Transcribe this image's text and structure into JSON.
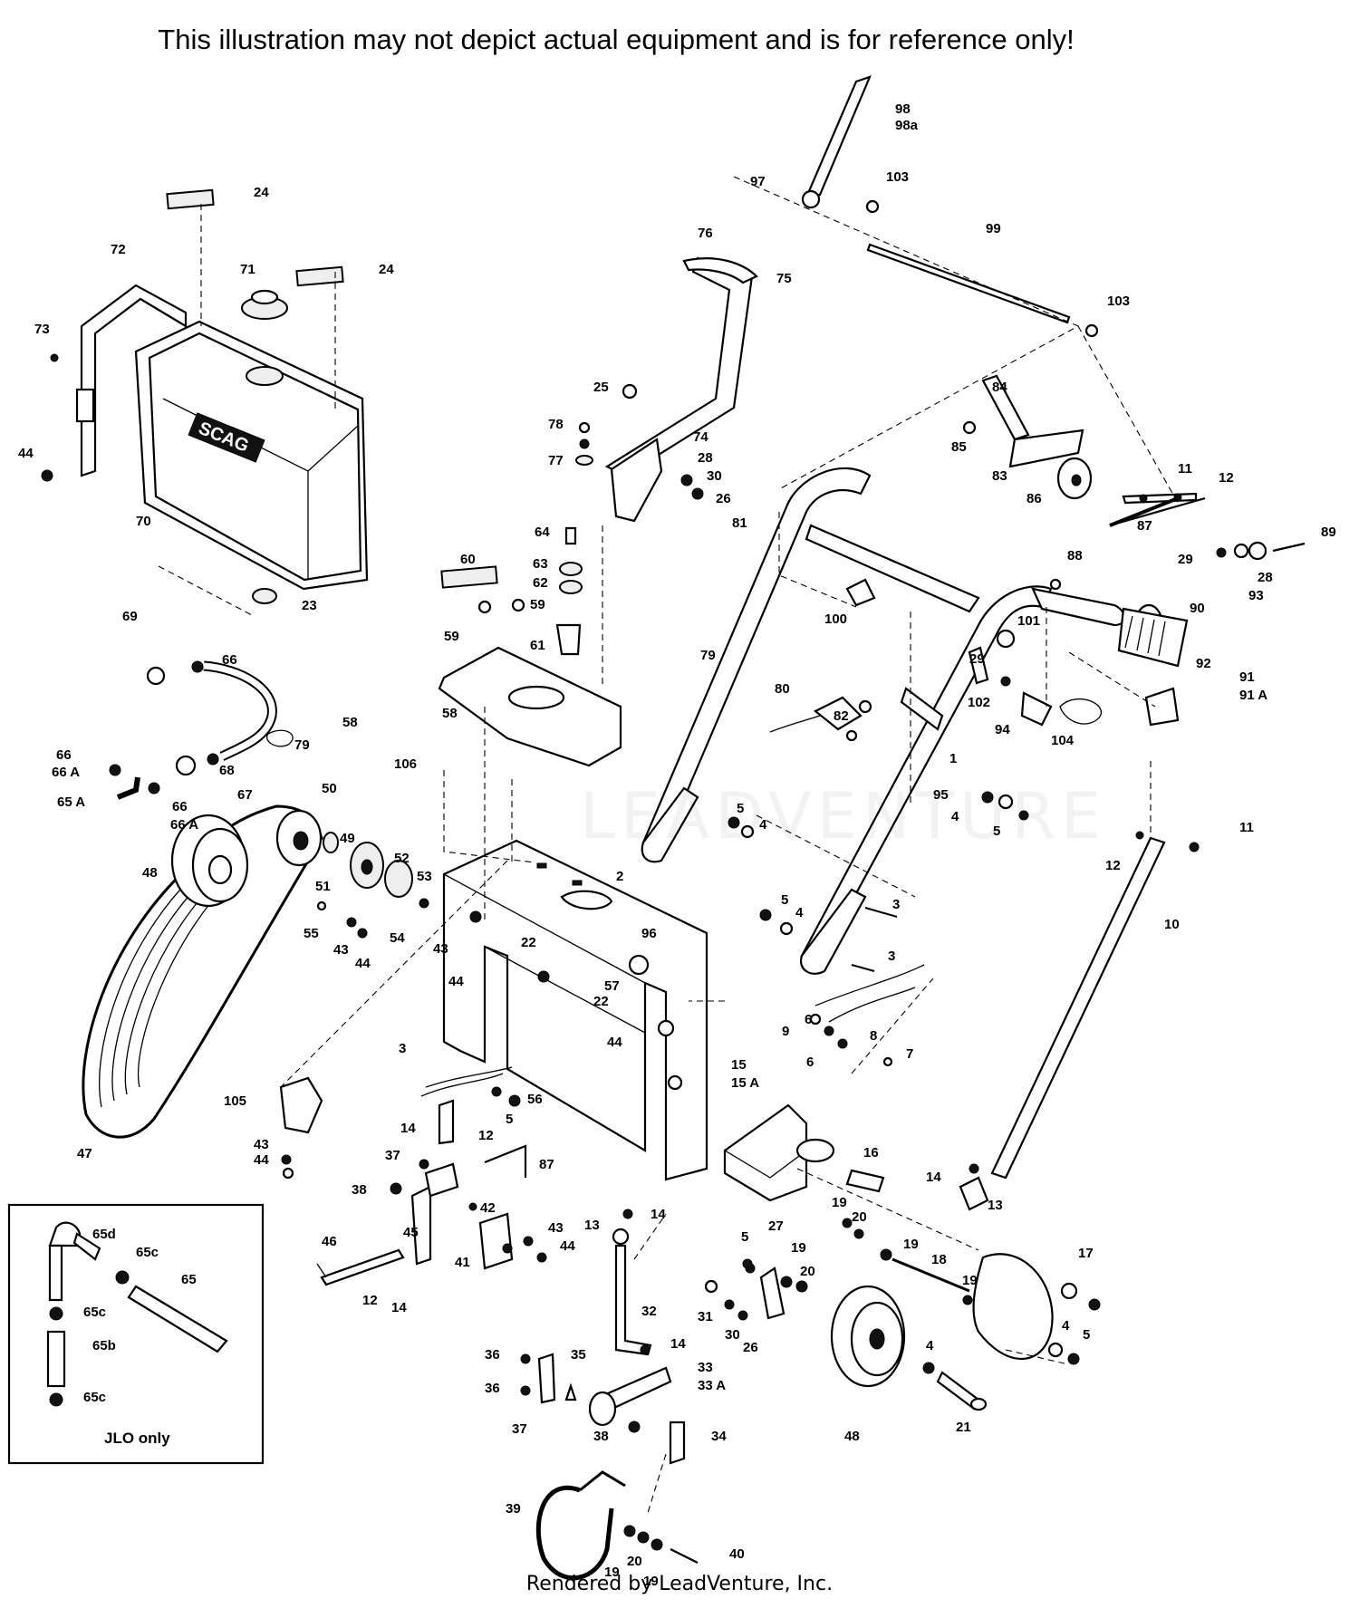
{
  "notice": "This illustration may not depict actual equipment and is for reference only!",
  "footer": "Rendered by LeadVenture, Inc.",
  "watermark": "LEADVENTURE",
  "tank_logo": "SCAG",
  "inset_caption": "JLO only",
  "callouts": [
    "1",
    "2",
    "3",
    "4",
    "5",
    "6",
    "7",
    "8",
    "9",
    "10",
    "11",
    "12",
    "13",
    "14",
    "15",
    "15 A",
    "16",
    "17",
    "18",
    "19",
    "20",
    "21",
    "22",
    "23",
    "24",
    "25",
    "26",
    "27",
    "28",
    "29",
    "30",
    "31",
    "32",
    "33",
    "33 A",
    "34",
    "35",
    "36",
    "37",
    "38",
    "39",
    "40",
    "41",
    "42",
    "43",
    "44",
    "45",
    "46",
    "47",
    "48",
    "49",
    "50",
    "51",
    "52",
    "53",
    "54",
    "55",
    "56",
    "57",
    "58",
    "59",
    "60",
    "61",
    "62",
    "63",
    "64",
    "65",
    "65 A",
    "65b",
    "65c",
    "65d",
    "66",
    "66 A",
    "67",
    "68",
    "69",
    "70",
    "71",
    "72",
    "73",
    "74",
    "75",
    "76",
    "77",
    "78",
    "79",
    "80",
    "81",
    "82",
    "83",
    "84",
    "85",
    "86",
    "87",
    "88",
    "89",
    "90",
    "91",
    "91 A",
    "92",
    "93",
    "94",
    "95",
    "96",
    "97",
    "98",
    "98a",
    "99",
    "100",
    "101",
    "102",
    "103",
    "104",
    "105",
    "106"
  ]
}
